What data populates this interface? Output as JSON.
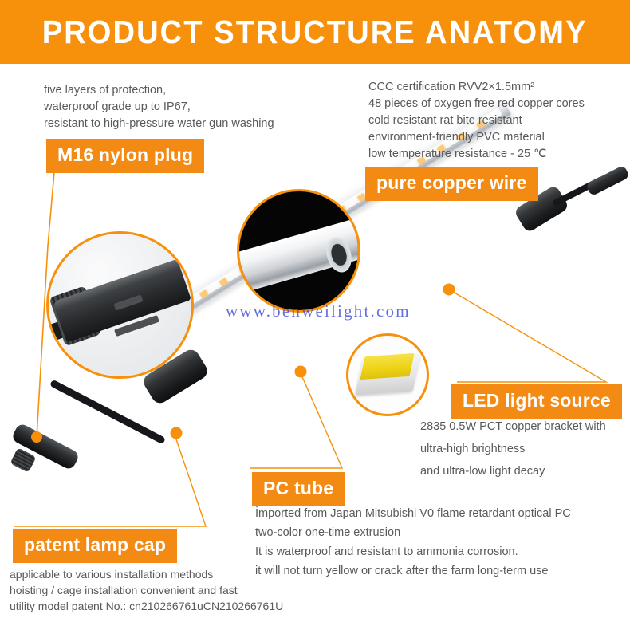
{
  "header": {
    "title": "PRODUCT STRUCTURE ANATOMY",
    "background_color": "#F7900B",
    "text_color": "#FFFFFF"
  },
  "theme": {
    "accent_orange": "#F7900B",
    "tag_orange": "#F28A13",
    "body_text": "#59595B",
    "watermark_color": "#3B46D8"
  },
  "callouts": [
    {
      "id": "m16-nylon-plug",
      "label": "M16 nylon plug",
      "description": "five layers of protection,\nwaterproof grade up to IP67,\nresistant to high-pressure water gun washing"
    },
    {
      "id": "pure-copper-wire",
      "label": "pure copper wire",
      "description": "CCC certification RVV2×1.5mm²\n48 pieces of oxygen free red copper cores\ncold resistant    rat bite resistant\nenvironment-friendly PVC material\nlow temperature resistance - 25 ℃"
    },
    {
      "id": "led-light-source",
      "label": "LED light source",
      "description": "2835  0.5W  PCT copper bracket with\nultra-high brightness\nand ultra-low light decay"
    },
    {
      "id": "pc-tube",
      "label": "PC tube",
      "description": "İmported from Japan Mitsubishi V0 flame retardant optical   PC\ntwo-color one-time extrusion\nIt is waterproof and resistant to ammonia corrosion.\nit will not turn yellow or crack after the farm long-term use"
    },
    {
      "id": "patent-lamp-cap",
      "label": "patent lamp cap",
      "description": "applicable to various installation methods\nhoisting / cage installation    convenient and fast\nutility model patent No.: cn210266761uCN210266761U"
    }
  ],
  "insets": [
    {
      "id": "plug-photo",
      "caption": "m16-nylon-plug-photo"
    },
    {
      "id": "tube-photo",
      "caption": "pc-tube-photo"
    },
    {
      "id": "led-photo",
      "caption": "led-chip-photo"
    }
  ],
  "watermark": {
    "text": "www.benweilight.com"
  }
}
